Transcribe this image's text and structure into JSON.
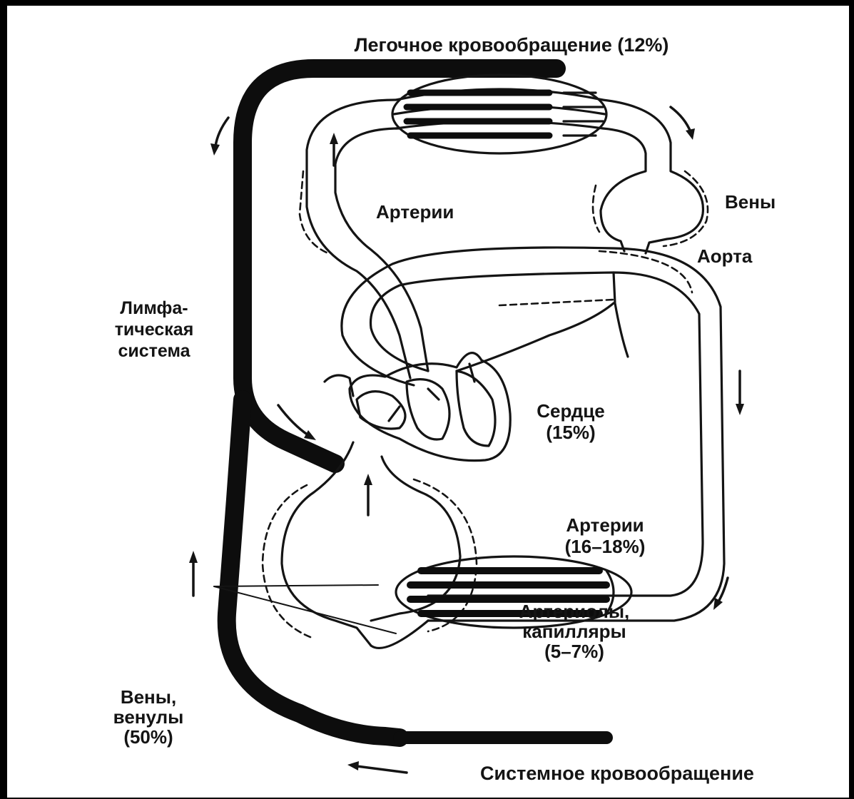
{
  "labels": {
    "pulmonary": "Легочное кровообращение (12%)",
    "veins_top": "Вены",
    "arteries_top": "Артерии",
    "aorta": "Аорта",
    "lymph_1": "Лимфа-",
    "lymph_2": "тическая",
    "lymph_3": "система",
    "heart_1": "Сердце",
    "heart_2": "(15%)",
    "arteries_1": "Артерии",
    "arteries_2": "(16–18%)",
    "arterioles_1": "Артериолы,",
    "arterioles_2": "капилляры",
    "arterioles_3": "(5–7%)",
    "veins_1": "Вены,",
    "veins_2": "венулы",
    "veins_3": "(50%)",
    "systemic": "Системное кровообращение"
  },
  "colors": {
    "frame": "#000000",
    "paper": "#ffffff",
    "ink": "#141414"
  }
}
